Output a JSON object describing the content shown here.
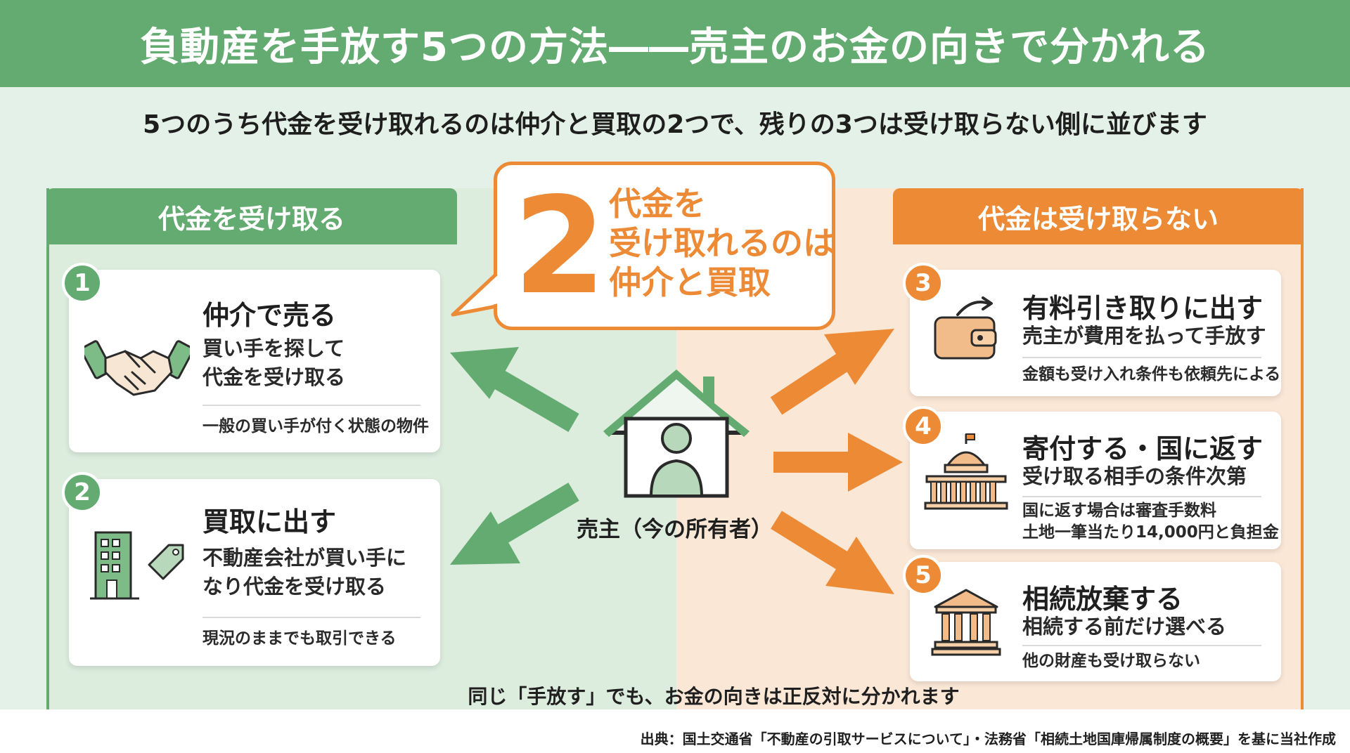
{
  "title": "負動産を手放す5つの方法――売主のお金の向きで分かれる",
  "subtitle": "5つのうち代金を受け取れるのは仲介と買取の2つで、残りの3つは受け取らない側に並びます",
  "left_header": "代金を受け取る",
  "right_header": "代金は受け取らない",
  "callout": {
    "number": "2",
    "lines": [
      "代金を",
      "受け取れるのは",
      "仲介と買取"
    ]
  },
  "center": {
    "label": "売主（今の所有者）",
    "icon": "house-person-icon"
  },
  "methods": [
    {
      "num": "1",
      "side": "receive",
      "icon": "handshake-icon",
      "title": "仲介で売る",
      "desc": [
        "買い手を探して",
        "代金を受け取る"
      ],
      "note": [
        "一般の買い手が付く状態の物件"
      ]
    },
    {
      "num": "2",
      "side": "receive",
      "icon": "building-tag-icon",
      "title": "買取に出す",
      "desc": [
        "不動産会社が買い手に",
        "なり代金を受け取る"
      ],
      "note": [
        "現況のままでも取引できる"
      ]
    },
    {
      "num": "3",
      "side": "pay",
      "icon": "wallet-icon",
      "title": "有料引き取りに出す",
      "desc": [
        "売主が費用を払って手放す"
      ],
      "note": [
        "金額も受け入れ条件も依頼先による"
      ]
    },
    {
      "num": "4",
      "side": "pay",
      "icon": "capitol-icon",
      "title": "寄付する・国に返す",
      "desc": [
        "受け取る相手の条件次第"
      ],
      "note": [
        "国に返す場合は審査手数料",
        "土地一筆当たり14,000円と負担金"
      ]
    },
    {
      "num": "5",
      "side": "pay",
      "icon": "courthouse-icon",
      "title": "相続放棄する",
      "desc": [
        "相続する前だけ選べる"
      ],
      "note": [
        "他の財産も受け取らない"
      ]
    }
  ],
  "bottom_caption": "同じ「手放す」でも、お金の向きは正反対に分かれます",
  "source": "出典：国土交通省「不動産の引取サービスについて」・法務省「相続土地国庫帰属制度の概要」を基に当社作成",
  "colors": {
    "green": "#63ab70",
    "orange": "#ec8a36",
    "green_bg": "#dcedde",
    "orange_bg": "#fbe7d6"
  }
}
